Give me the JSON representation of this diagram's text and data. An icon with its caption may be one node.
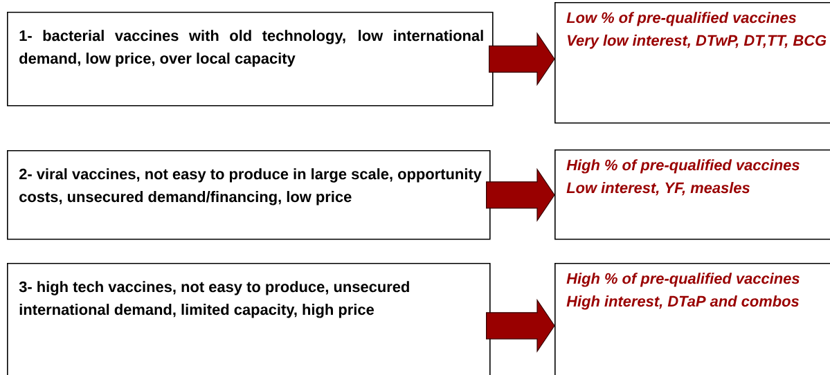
{
  "diagram": {
    "nodes": [
      {
        "text": [
          "1- bacterial vaccines with old technology, low international demand, low price, over local capacity"
        ]
      },
      {
        "text": [
          "Low % of pre-qualified vaccines",
          "Very low interest, DTwP, DT,TT, BCG"
        ]
      },
      {
        "text": [
          "2- viral vaccines, not easy to produce in large scale, opportunity costs, unsecured demand/financing, low price"
        ]
      },
      {
        "text": [
          "High % of pre-qualified vaccines",
          "Low interest, YF, measles"
        ]
      },
      {
        "text": [
          "3- high tech vaccines, not easy to produce, unsecured international demand, limited capacity, high price"
        ]
      },
      {
        "text": [
          "High % of pre-qualified vaccines",
          "High interest, DTaP and combos"
        ]
      }
    ],
    "edges": [
      {
        "from": 0,
        "to": 1,
        "arrow": "to"
      },
      {
        "from": 2,
        "to": 3,
        "arrow": "to"
      },
      {
        "from": 4,
        "to": 5,
        "arrow": "to"
      }
    ]
  }
}
